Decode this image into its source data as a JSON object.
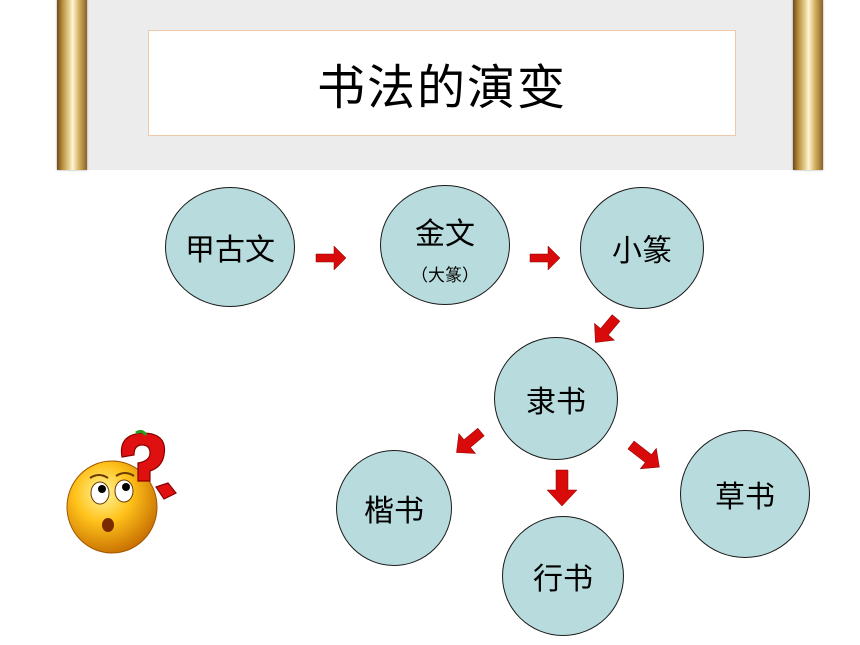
{
  "title": "书法的演变",
  "nodes": {
    "jiaguwen": "甲古文",
    "jinwen": "金文",
    "jinwen_sub": "（大篆）",
    "xiaozhuan": "小篆",
    "lishu": "隶书",
    "kaishu": "楷书",
    "xingshu": "行书",
    "caoshu": "草书"
  },
  "colors": {
    "node_fill": "#b8dcdd",
    "arrow": "#d80a0a"
  }
}
